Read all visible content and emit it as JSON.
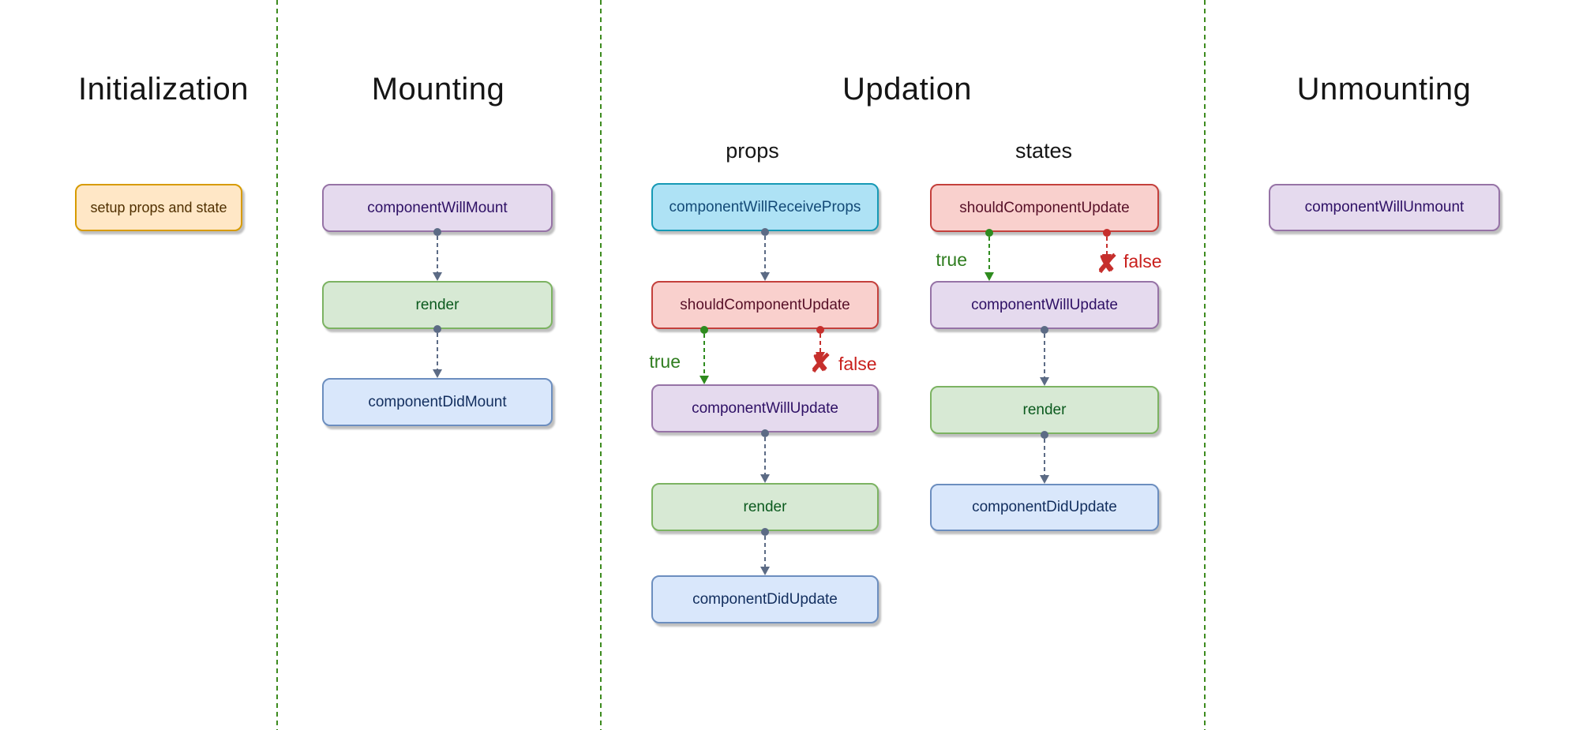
{
  "sections": {
    "initialization": {
      "title": "Initialization"
    },
    "mounting": {
      "title": "Mounting"
    },
    "updation": {
      "title": "Updation",
      "props_label": "props",
      "states_label": "states"
    },
    "unmounting": {
      "title": "Unmounting"
    }
  },
  "columns": {
    "initialization": [
      {
        "label": "setup props and state",
        "color": "orange"
      }
    ],
    "mounting": [
      {
        "label": "componentWillMount",
        "color": "purple"
      },
      {
        "label": "render",
        "color": "green"
      },
      {
        "label": "componentDidMount",
        "color": "blue"
      }
    ],
    "updation_props": [
      {
        "label": "componentWillReceiveProps",
        "color": "cyan"
      },
      {
        "label": "shouldComponentUpdate",
        "color": "red"
      },
      {
        "label": "componentWillUpdate",
        "color": "purple"
      },
      {
        "label": "render",
        "color": "green"
      },
      {
        "label": "componentDidUpdate",
        "color": "blue"
      }
    ],
    "updation_states": [
      {
        "label": "shouldComponentUpdate",
        "color": "red"
      },
      {
        "label": "componentWillUpdate",
        "color": "purple"
      },
      {
        "label": "render",
        "color": "green"
      },
      {
        "label": "componentDidUpdate",
        "color": "blue"
      }
    ],
    "unmounting": [
      {
        "label": "componentWillUnmount",
        "color": "purple"
      }
    ]
  },
  "branches": {
    "true_label": "true",
    "false_label": "false",
    "false_x_icon_char": "✘"
  },
  "palette": {
    "node_orange_fill": "#ffe7c6",
    "node_orange_border": "#d79b00",
    "node_orange_text": "#503000",
    "node_purple_fill": "#e5daee",
    "node_purple_border": "#9673a6",
    "node_purple_text": "#2e1065",
    "node_green_fill": "#d7e9d4",
    "node_green_border": "#7cb362",
    "node_green_text": "#0b5a1e",
    "node_blue_fill": "#d9e7fb",
    "node_blue_border": "#6c8ebf",
    "node_blue_text": "#122e5e",
    "node_cyan_fill": "#aee2f5",
    "node_cyan_border": "#1699b5",
    "node_cyan_text": "#134a77",
    "node_red_fill": "#f9d0cd",
    "node_red_border": "#c4403c",
    "node_red_text": "#571028",
    "divider_green": "#3d8b1f",
    "connector_slate": "#5c6b85",
    "branch_true_green": "#2e8b1e",
    "branch_false_red": "#c62f2c"
  }
}
